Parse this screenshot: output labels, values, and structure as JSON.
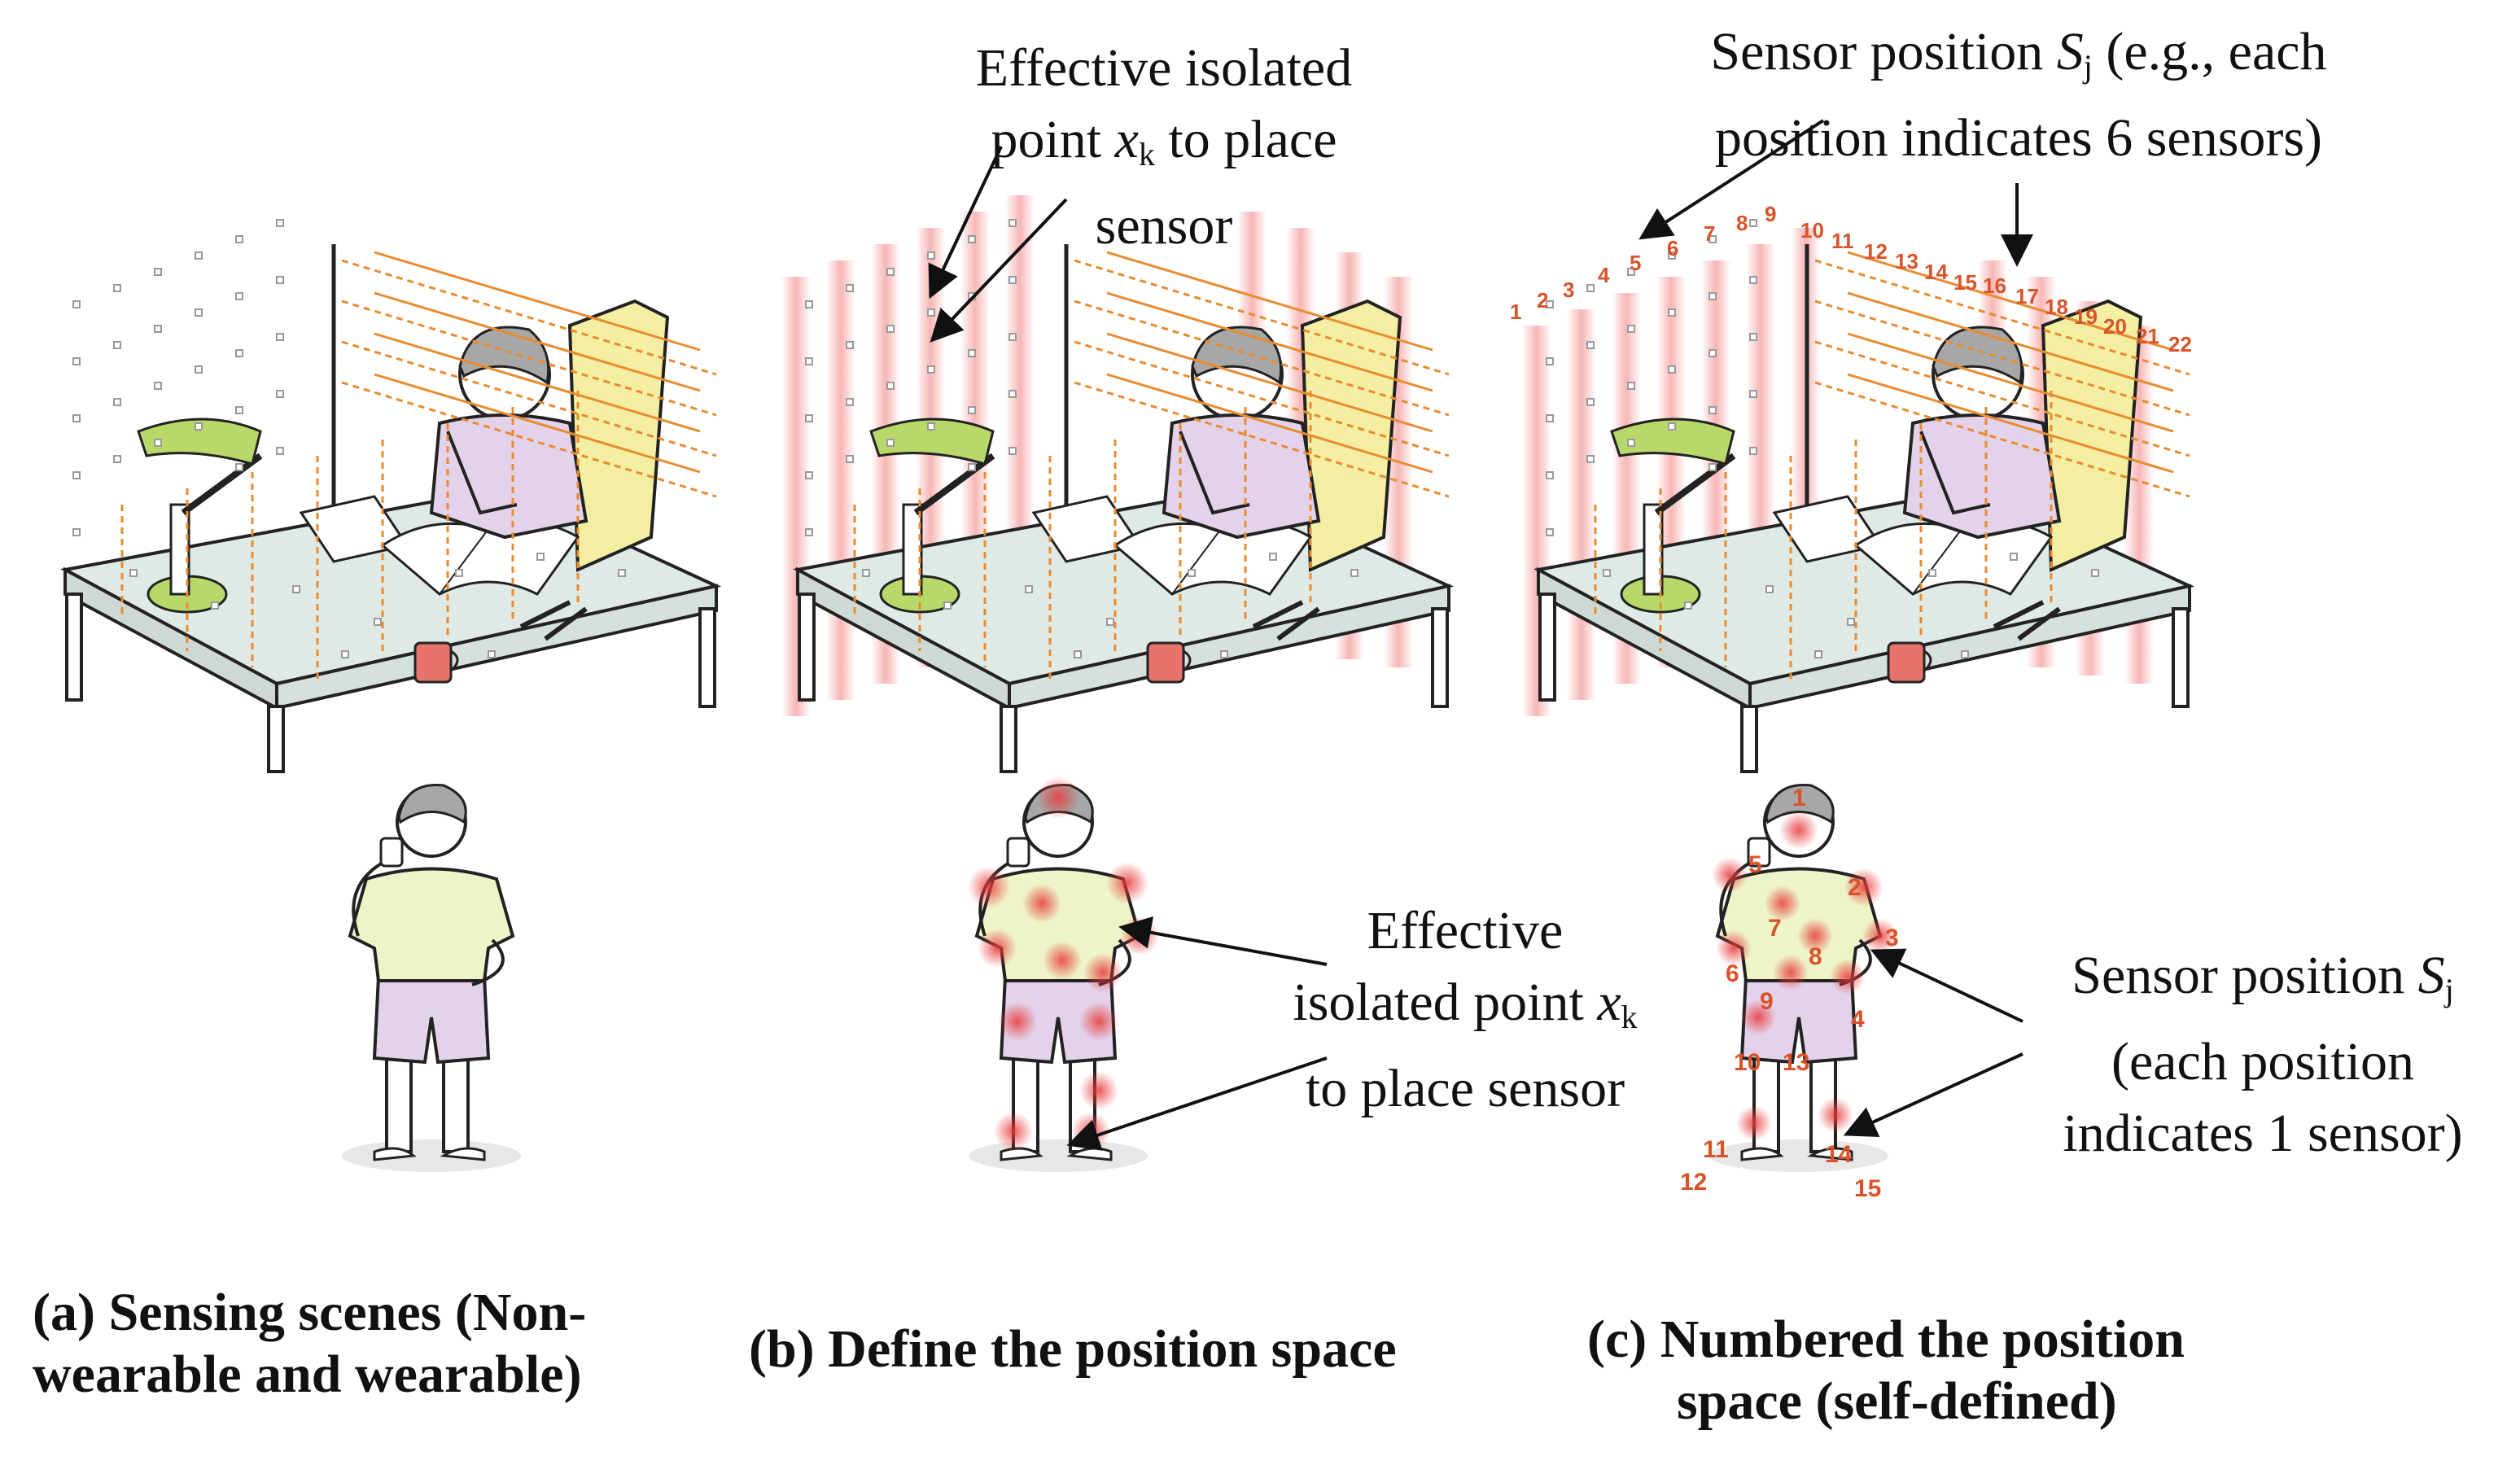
{
  "panels": {
    "a": {
      "caption_line1": "(a) Sensing scenes (Non-",
      "caption_line2": "wearable and wearable)"
    },
    "b": {
      "caption": "(b) Define the position space",
      "top_annotation": {
        "line1": "Effective isolated",
        "line2_pre": "point ",
        "var": "x",
        "sub": "k",
        "line2_post": " to place",
        "line3": "sensor"
      },
      "body_annotation": {
        "line1": "Effective",
        "line2_pre": "isolated point ",
        "var": "x",
        "sub": "k",
        "line3": "to place sensor"
      }
    },
    "c": {
      "caption_line1": "(c) Numbered the position",
      "caption_line2": "space (self-defined)",
      "top_annotation": {
        "line1_pre": "Sensor position ",
        "var": "S",
        "sub": "j",
        "line1_post": " (e.g., each",
        "line2": "position indicates 6 sensors)"
      },
      "body_annotation": {
        "line1_pre": "Sensor position ",
        "var": "S",
        "sub": "j",
        "line2": "(each position",
        "line3": "indicates 1 sensor)"
      },
      "desk_numbers": [
        "1",
        "2",
        "3",
        "4",
        "5",
        "6",
        "7",
        "8",
        "9",
        "10",
        "11",
        "12",
        "13",
        "14",
        "15",
        "16",
        "17",
        "18",
        "19",
        "20",
        "21",
        "22"
      ],
      "body_numbers": [
        "1",
        "2",
        "3",
        "4",
        "5",
        "6",
        "7",
        "8",
        "9",
        "10",
        "11",
        "12",
        "13",
        "14",
        "15"
      ]
    }
  },
  "colors": {
    "accent_orange": "#d9532a",
    "glow_red": "#ef6b6b",
    "shirt": "#eef3c8",
    "shorts": "#e3d2ea",
    "lamp": "#b9d86a",
    "desk": "#dfeae4"
  }
}
